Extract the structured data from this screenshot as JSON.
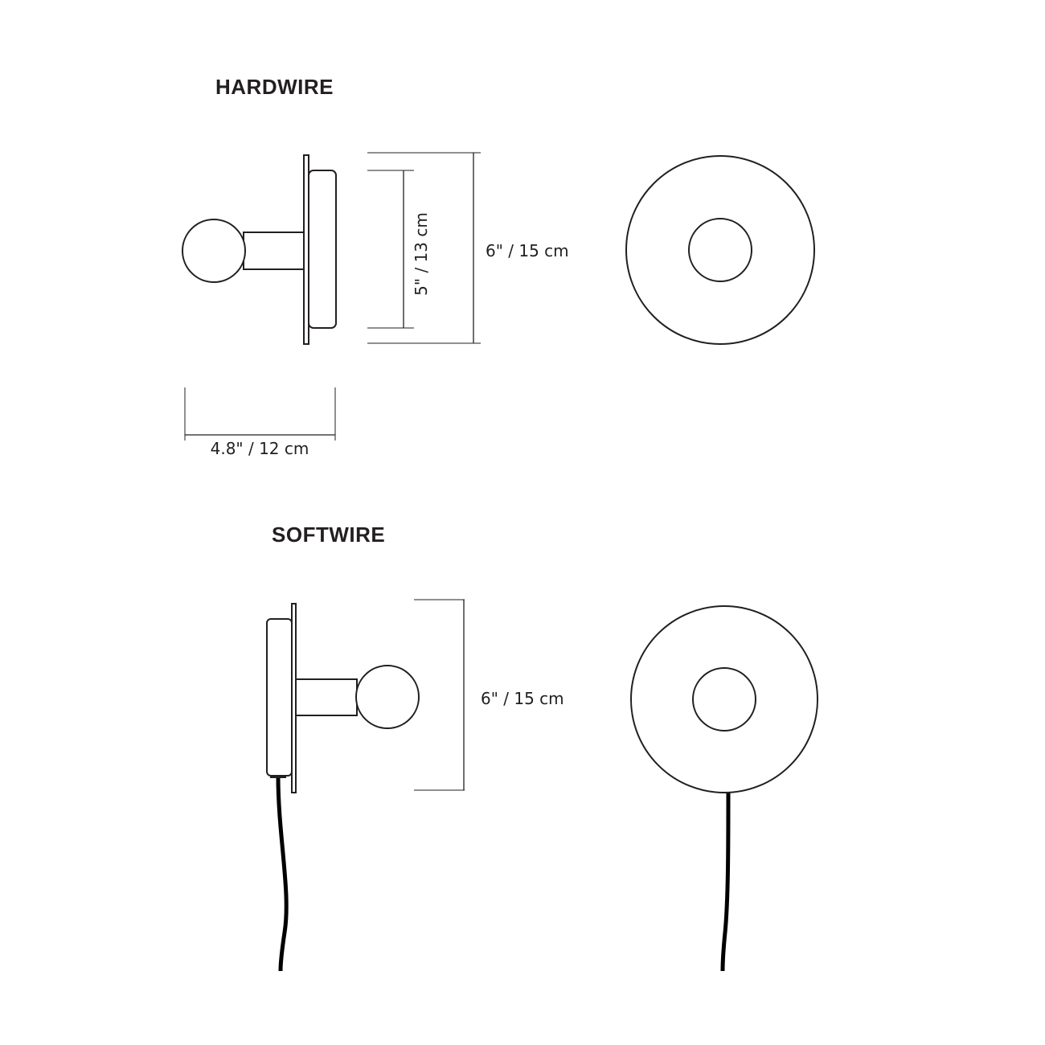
{
  "hardwire": {
    "title": "HARDWIRE",
    "dim_total_height": "6\" / 15 cm",
    "dim_canopy_height": "5\" / 13 cm",
    "dim_depth": "4.8\" / 12 cm"
  },
  "softwire": {
    "title": "SOFTWIRE",
    "dim_total_height": "6\" / 15 cm"
  },
  "colors": {
    "ink": "#231f20",
    "cord": "#000000",
    "background": "#ffffff"
  }
}
